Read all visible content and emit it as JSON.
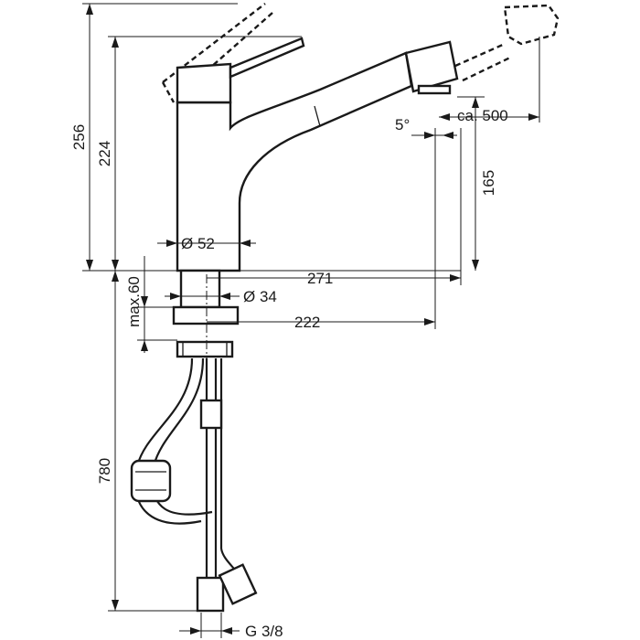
{
  "dimensions": {
    "total_height": "256",
    "spout_height": "224",
    "outlet_height": "165",
    "max_mount": "max.60",
    "pull_out": "ca. 500",
    "tilt": "5°",
    "body_diameter": "Ø 52",
    "shank_diameter": "Ø 34",
    "reach": "271",
    "outlet_reach": "222",
    "hose_length": "780",
    "connection": "G 3/8"
  }
}
